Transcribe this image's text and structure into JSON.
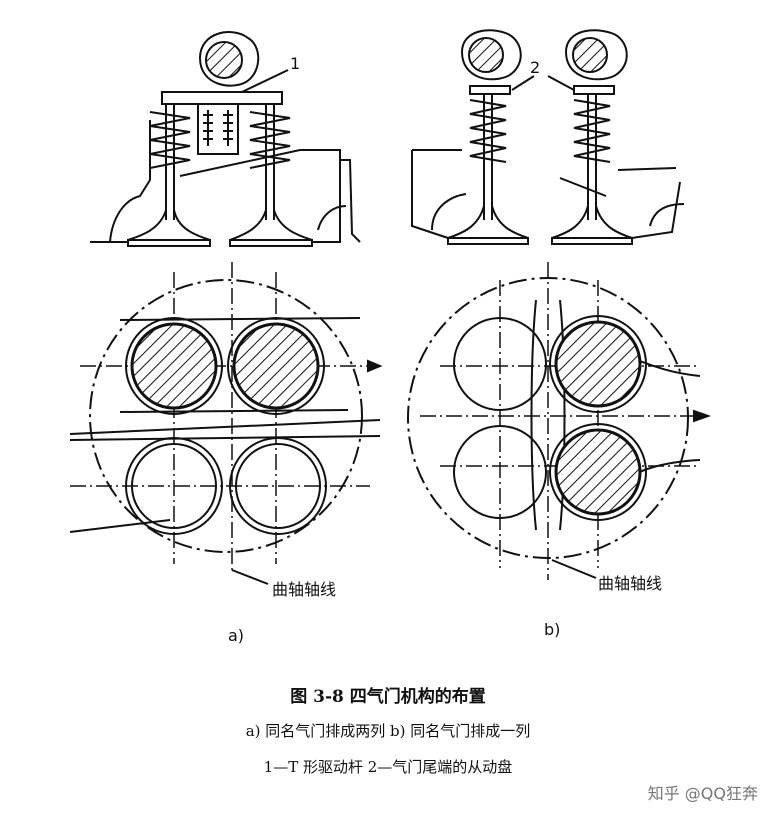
{
  "figure": {
    "callout_1": "1",
    "callout_2": "2",
    "crank_axis_label_a": "曲轴轴线",
    "crank_axis_label_b": "曲轴轴线",
    "panel_a_label": "a)",
    "panel_b_label": "b)"
  },
  "caption": {
    "title": "图 3-8    四气门机构的布置",
    "line1": "a) 同名气门排成两列    b) 同名气门排成一列",
    "line2": "1—T 形驱动杆    2—气门尾端的从动盘"
  },
  "watermark": "知乎 @QQ狂奔"
}
